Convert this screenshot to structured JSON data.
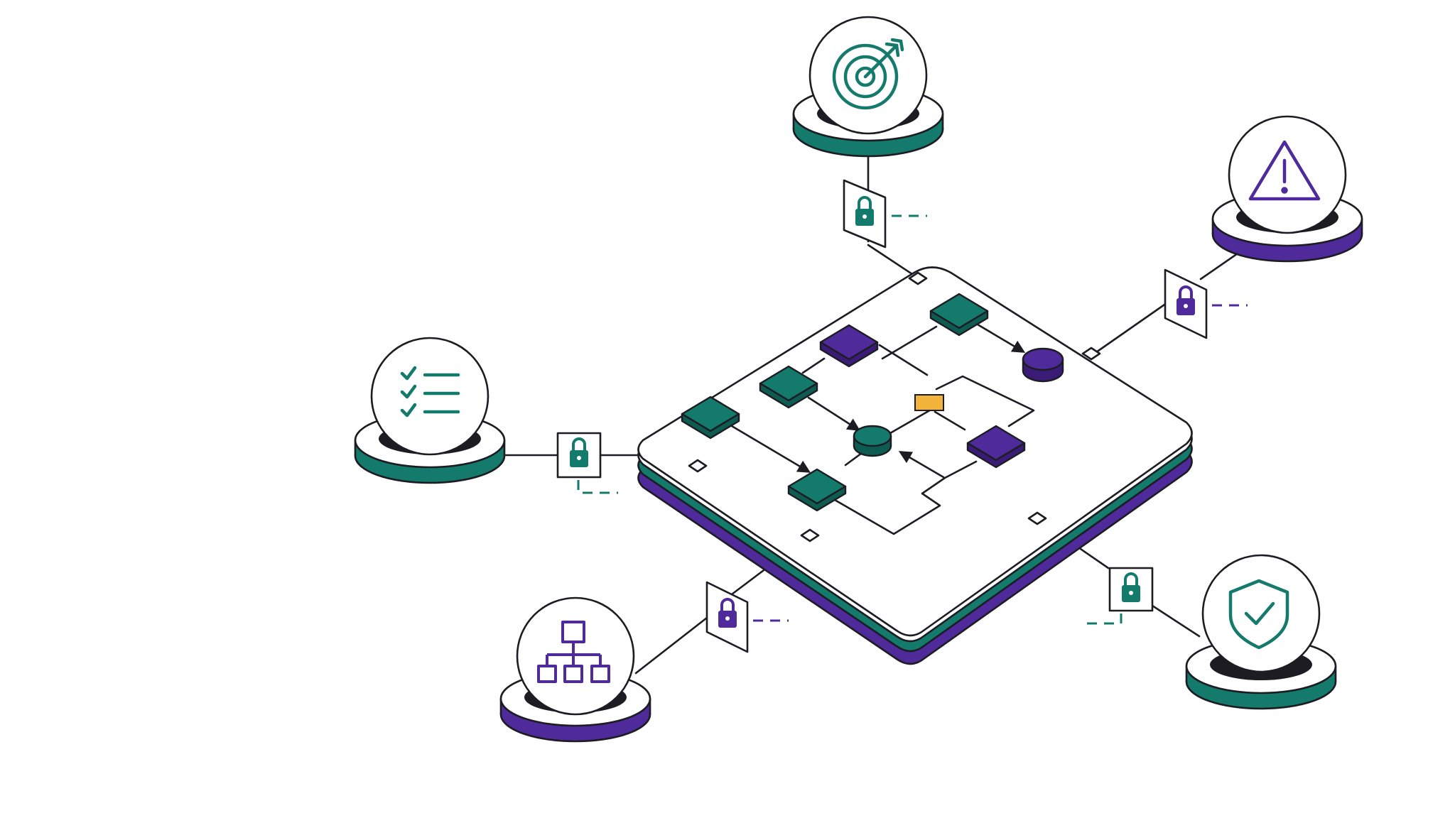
{
  "colors": {
    "teal": "#147a6c",
    "purple": "#4f2a9a",
    "amber": "#f2b43a",
    "ink": "#1c1c22",
    "background": "#ffffff"
  },
  "platform": {
    "name": "central-workflow-platform",
    "layers": [
      "teal",
      "purple"
    ],
    "flow_nodes": [
      {
        "kind": "tile",
        "color": "purple"
      },
      {
        "kind": "tile",
        "color": "teal"
      },
      {
        "kind": "tile",
        "color": "teal"
      },
      {
        "kind": "tile",
        "color": "teal"
      },
      {
        "kind": "tile",
        "color": "teal"
      },
      {
        "kind": "tile",
        "color": "purple"
      },
      {
        "kind": "disc",
        "color": "teal"
      },
      {
        "kind": "disc",
        "color": "purple"
      },
      {
        "kind": "gate",
        "color": "amber"
      }
    ]
  },
  "satellites": [
    {
      "id": "target",
      "icon": "target-arrow-icon",
      "color": "teal",
      "lock": "padlock-icon",
      "lock_color": "teal"
    },
    {
      "id": "warning",
      "icon": "warning-triangle-icon",
      "color": "purple",
      "lock": "padlock-icon",
      "lock_color": "purple"
    },
    {
      "id": "checklist",
      "icon": "checklist-icon",
      "color": "teal",
      "lock": "padlock-icon",
      "lock_color": "teal"
    },
    {
      "id": "hierarchy",
      "icon": "org-chart-icon",
      "color": "purple",
      "lock": "padlock-icon",
      "lock_color": "purple"
    },
    {
      "id": "shield",
      "icon": "shield-check-icon",
      "color": "teal",
      "lock": "padlock-icon",
      "lock_color": "teal"
    }
  ]
}
